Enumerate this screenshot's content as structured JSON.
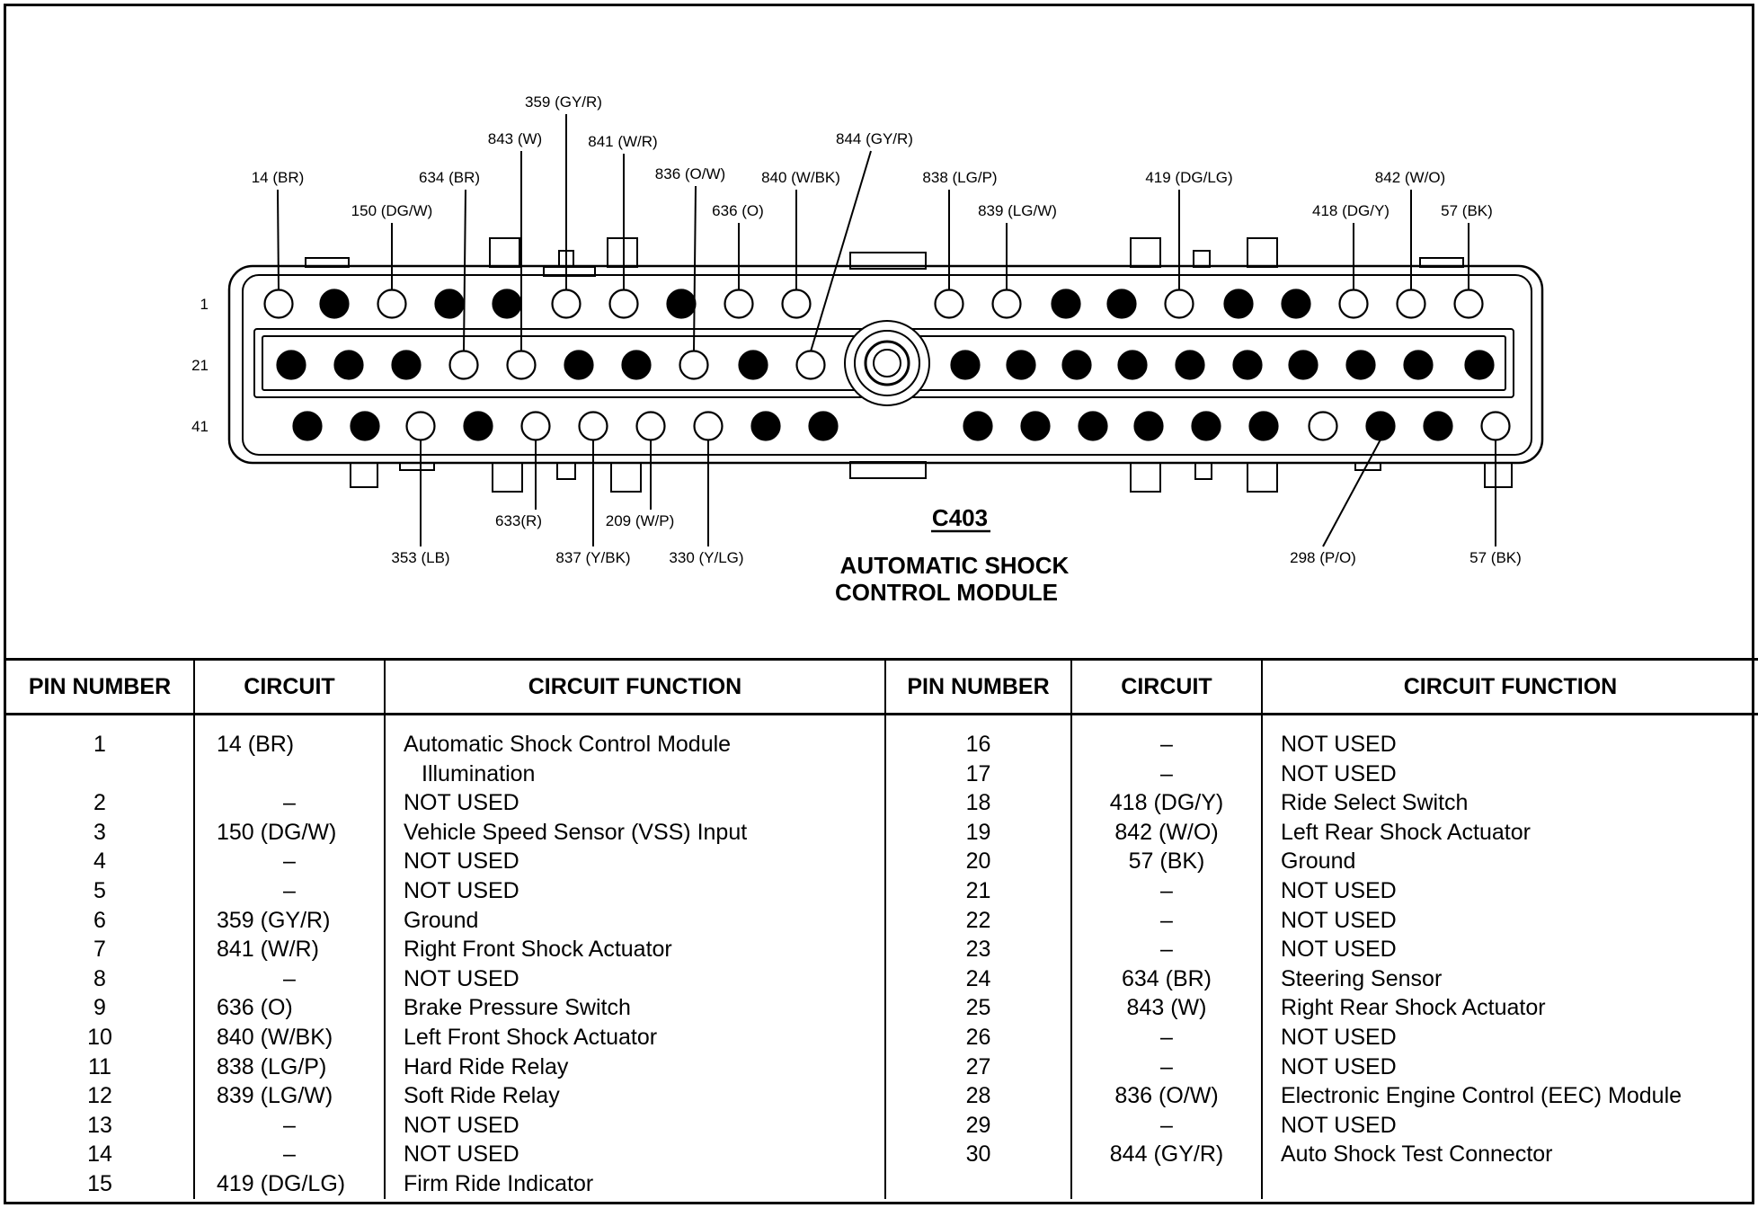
{
  "connector": {
    "id": "C403",
    "title_line1": "AUTOMATIC SHOCK",
    "title_line2": "CONTROL MODULE",
    "row_labels": [
      "1",
      "21",
      "41"
    ],
    "wire_labels_top": [
      {
        "text": "14 (BR)",
        "pin": 1
      },
      {
        "text": "150 (DG/W)",
        "pin": 3
      },
      {
        "text": "634 (BR)",
        "pin": 24
      },
      {
        "text": "843 (W)",
        "pin": 25
      },
      {
        "text": "359 (GY/R)",
        "pin": 6
      },
      {
        "text": "841 (W/R)",
        "pin": 7
      },
      {
        "text": "836 (O/W)",
        "pin": 28
      },
      {
        "text": "636 (O)",
        "pin": 9
      },
      {
        "text": "840 (W/BK)",
        "pin": 10
      },
      {
        "text": "844 (GY/R)",
        "pin": 30
      },
      {
        "text": "838 (LG/P)",
        "pin": 11
      },
      {
        "text": "839 (LG/W)",
        "pin": 12
      },
      {
        "text": "419 (DG/LG)",
        "pin": 15
      },
      {
        "text": "418 (DG/Y)",
        "pin": 18
      },
      {
        "text": "842 (W/O)",
        "pin": 19
      },
      {
        "text": "57 (BK)",
        "pin": 20
      }
    ],
    "wire_labels_bottom": [
      {
        "text": "353 (LB)",
        "pin": 43
      },
      {
        "text": "633(R)",
        "pin": 45
      },
      {
        "text": "837 (Y/BK)",
        "pin": 46
      },
      {
        "text": "209 (W/P)",
        "pin": 47
      },
      {
        "text": "330 (Y/LG)",
        "pin": 48
      },
      {
        "text": "298 (P/O)",
        "pin": 58
      },
      {
        "text": "57 (BK)",
        "pin": 60
      }
    ],
    "row1_pins": [
      "open",
      "filled",
      "open",
      "filled",
      "filled",
      "open",
      "open",
      "filled",
      "open",
      "open",
      "open",
      "open",
      "filled",
      "filled",
      "open",
      "filled",
      "filled",
      "open",
      "open",
      "open"
    ],
    "row2_pins": [
      "filled",
      "filled",
      "filled",
      "open",
      "open",
      "filled",
      "filled",
      "open",
      "filled",
      "open",
      "filled",
      "filled",
      "filled",
      "filled",
      "filled",
      "filled",
      "filled",
      "filled",
      "filled",
      "filled"
    ],
    "row3_pins": [
      "filled",
      "filled",
      "open",
      "filled",
      "open",
      "open",
      "open",
      "open",
      "filled",
      "filled",
      "filled",
      "filled",
      "filled",
      "filled",
      "filled",
      "filled",
      "open",
      "filled",
      "filled",
      "open"
    ]
  },
  "table": {
    "headers": [
      "PIN NUMBER",
      "CIRCUIT",
      "CIRCUIT FUNCTION",
      "PIN NUMBER",
      "CIRCUIT",
      "CIRCUIT FUNCTION"
    ],
    "left_pins": [
      "1",
      "",
      "2",
      "3",
      "4",
      "5",
      "6",
      "7",
      "8",
      "9",
      "10",
      "11",
      "12",
      "13",
      "14",
      "15"
    ],
    "left_circuits": [
      "14 (BR)",
      "",
      "–",
      "150 (DG/W)",
      "–",
      "–",
      "359 (GY/R)",
      "841 (W/R)",
      "–",
      "636 (O)",
      "840 (W/BK)",
      "838 (LG/P)",
      "839 (LG/W)",
      "–",
      "–",
      "419 (DG/LG)"
    ],
    "left_functions": [
      "Automatic Shock Control Module",
      "Illumination",
      "NOT USED",
      "Vehicle Speed Sensor (VSS) Input",
      "NOT USED",
      "NOT USED",
      "Ground",
      "Right Front Shock Actuator",
      "NOT USED",
      "Brake Pressure Switch",
      "Left Front Shock Actuator",
      "Hard Ride Relay",
      "Soft Ride Relay",
      "NOT USED",
      "NOT USED",
      "Firm Ride Indicator"
    ],
    "right_pins": [
      "16",
      "17",
      "18",
      "19",
      "20",
      "21",
      "22",
      "23",
      "24",
      "25",
      "26",
      "27",
      "28",
      "29",
      "30"
    ],
    "right_circuits": [
      "–",
      "–",
      "418 (DG/Y)",
      "842 (W/O)",
      "57 (BK)",
      "–",
      "–",
      "–",
      "634 (BR)",
      "843 (W)",
      "–",
      "–",
      "836 (O/W)",
      "–",
      "844 (GY/R)"
    ],
    "right_functions": [
      "NOT USED",
      "NOT USED",
      "Ride Select Switch",
      "Left Rear Shock Actuator",
      "Ground",
      "NOT USED",
      "NOT USED",
      "NOT USED",
      "Steering Sensor",
      "Right Rear Shock Actuator",
      "NOT USED",
      "NOT USED",
      "Electronic Engine Control (EEC) Module",
      "NOT USED",
      "Auto Shock Test Connector"
    ]
  }
}
